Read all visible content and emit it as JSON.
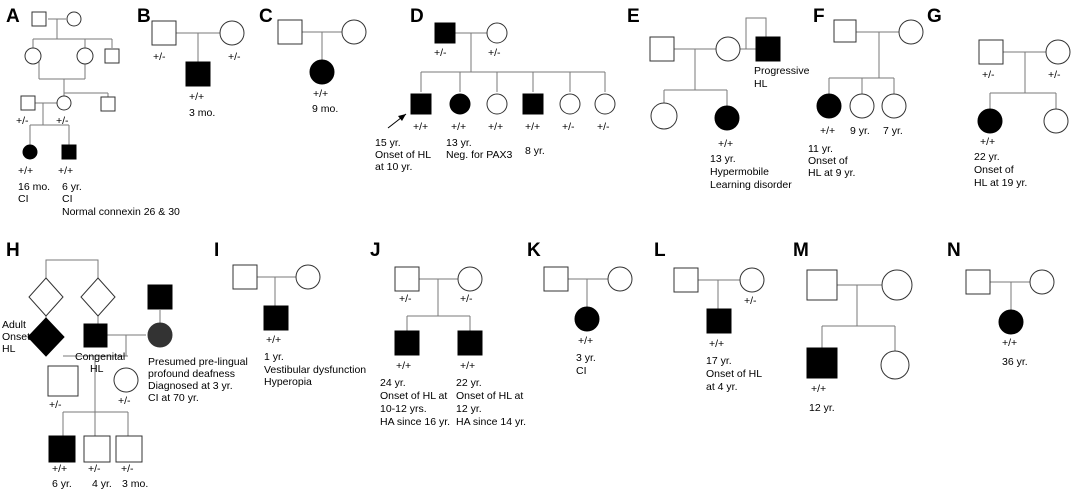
{
  "panels": {
    "A": {
      "label": "A",
      "genotypes": {
        "father": "+/-",
        "mother": "+/-",
        "child1": "+/+",
        "child2": "+/+"
      },
      "notes": {
        "child1": [
          "16 mo.",
          "CI"
        ],
        "child2": [
          "6 yr.",
          "CI",
          "Normal connexin 26 & 30"
        ]
      }
    },
    "B": {
      "label": "B",
      "genotypes": {
        "father": "+/-",
        "mother": "+/-",
        "child": "+/+"
      },
      "notes": {
        "child": [
          "3 mo."
        ]
      }
    },
    "C": {
      "label": "C",
      "genotypes": {
        "child": "+/+"
      },
      "notes": {
        "child": [
          "9 mo."
        ]
      }
    },
    "D": {
      "label": "D",
      "genotypes": {
        "father": "+/-",
        "mother": "+/-",
        "c1": "+/+",
        "c2": "+/+",
        "c3": "+/+",
        "c4": "+/+",
        "c5": "+/-",
        "c6": "+/-"
      },
      "notes": {
        "c1": [
          "15 yr.",
          "Onset of HL",
          "at 10 yr."
        ],
        "c2": [
          "13 yr.",
          "Neg. for PAX3"
        ],
        "c4": [
          "8 yr."
        ]
      }
    },
    "E": {
      "label": "E",
      "genotypes": {
        "child": "+/+"
      },
      "notes": {
        "uncle": [
          "Progressive",
          "HL"
        ],
        "child": [
          "13 yr.",
          "Hypermobile",
          "Learning disorder"
        ]
      }
    },
    "F": {
      "label": "F",
      "genotypes": {
        "child1": "+/+"
      },
      "notes": {
        "child1": [
          "11 yr.",
          "Onset of",
          "HL at 9 yr."
        ],
        "child2": [
          "9 yr."
        ],
        "child3": [
          "7 yr."
        ]
      }
    },
    "G": {
      "label": "G",
      "genotypes": {
        "father": "+/-",
        "mother": "+/-",
        "child1": "+/+"
      },
      "notes": {
        "child1": [
          "22 yr.",
          "Onset of",
          "HL at 19 yr."
        ]
      }
    },
    "H": {
      "label": "H",
      "genotypes": {
        "father": "+/-",
        "mother": "+/-",
        "child1": "+/+",
        "child2": "+/-",
        "child3": "+/-"
      },
      "notes": {
        "diamond": [
          "Adult",
          "Onset",
          "HL"
        ],
        "congenital": [
          "Congenital",
          "HL"
        ],
        "presumed": [
          "Presumed pre-lingual",
          "profound deafness",
          "Diagnosed at 3 yr.",
          "CI at 70 yr."
        ],
        "child1": [
          "6 yr."
        ],
        "child2": [
          "4 yr."
        ],
        "child3": [
          "3 mo."
        ]
      }
    },
    "I": {
      "label": "I",
      "genotypes": {
        "child": "+/+"
      },
      "notes": {
        "child": [
          "1 yr.",
          "Vestibular dysfunction",
          "Hyperopia"
        ]
      }
    },
    "J": {
      "label": "J",
      "genotypes": {
        "father": "+/-",
        "mother": "+/-",
        "child1": "+/+",
        "child2": "+/+"
      },
      "notes": {
        "child1": [
          "24 yr.",
          "Onset of HL at",
          "10-12 yrs.",
          "HA since 16 yr."
        ],
        "child2": [
          "22 yr.",
          "Onset of HL at",
          "12 yr.",
          "HA since 14 yr."
        ]
      }
    },
    "K": {
      "label": "K",
      "genotypes": {
        "child": "+/+"
      },
      "notes": {
        "child": [
          "3 yr.",
          "CI"
        ]
      }
    },
    "L": {
      "label": "L",
      "genotypes": {
        "mother": "+/-",
        "child": "+/+"
      },
      "notes": {
        "child": [
          "17 yr.",
          "Onset of HL",
          "at 4 yr."
        ]
      }
    },
    "M": {
      "label": "M",
      "genotypes": {
        "child": "+/+"
      },
      "notes": {
        "child": [
          "12 yr."
        ]
      }
    },
    "N": {
      "label": "N",
      "genotypes": {
        "child": "+/+"
      },
      "notes": {
        "child": [
          "36 yr."
        ]
      }
    }
  }
}
